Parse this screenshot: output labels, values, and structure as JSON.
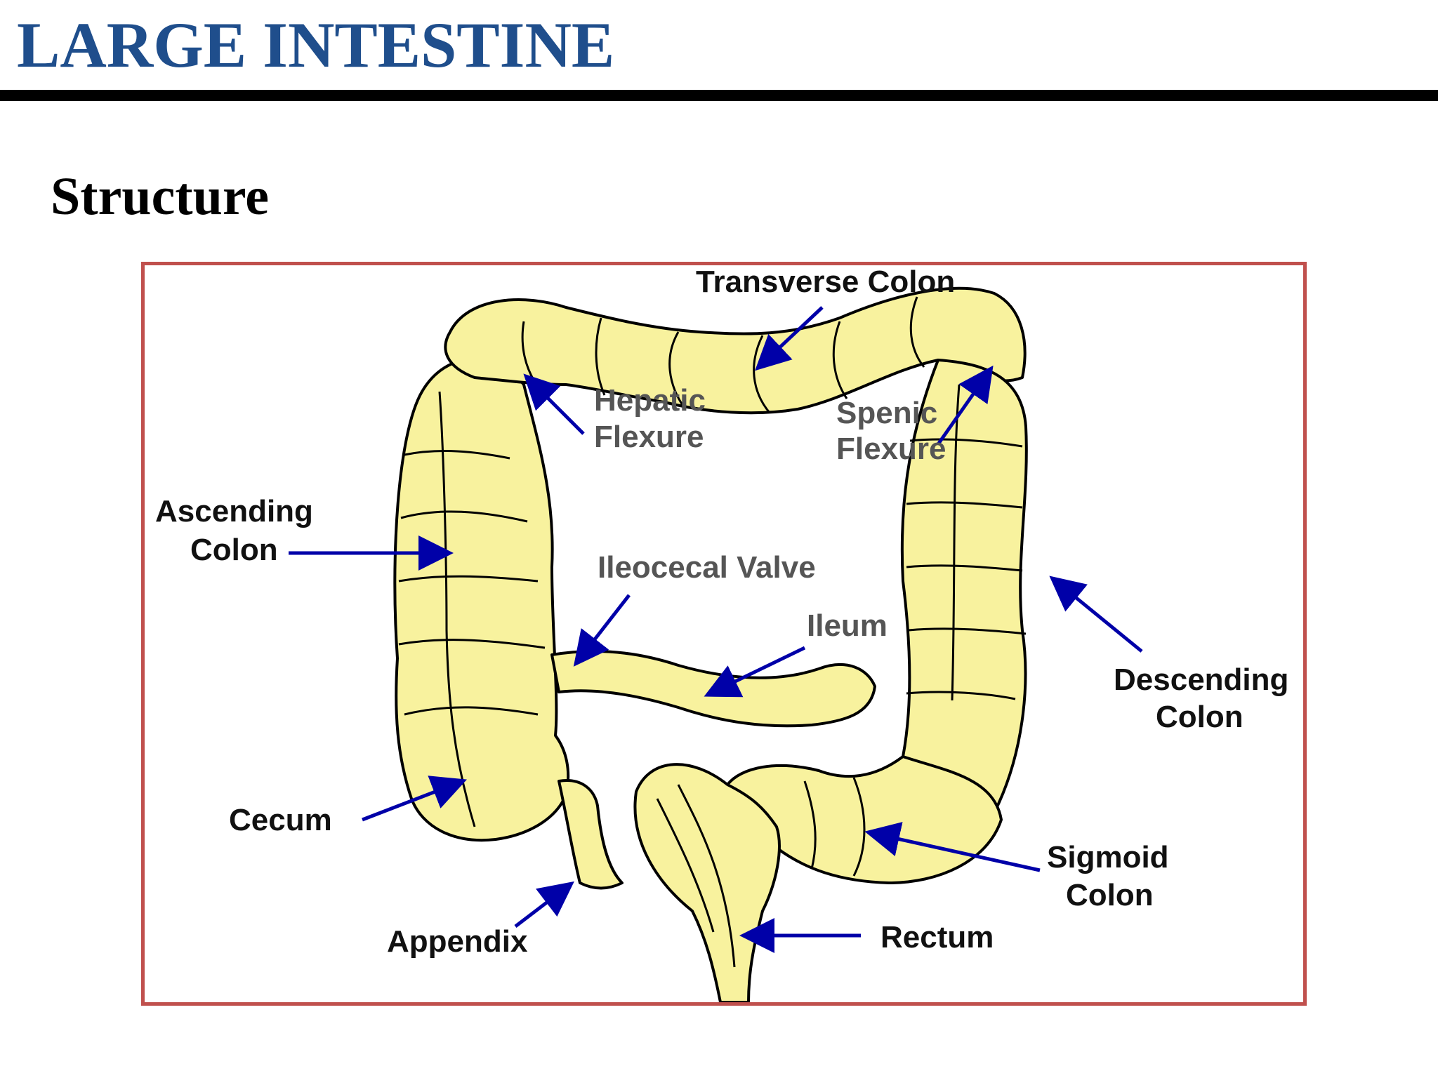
{
  "header": {
    "title": "LARGE INTESTINE"
  },
  "section": {
    "subtitle": "Structure"
  },
  "diagram": {
    "labels": {
      "transverse_colon": "Transverse Colon",
      "hepatic_flexure_1": "Hepatic",
      "hepatic_flexure_2": "Flexure",
      "splenic_flexure_1": "Spenic",
      "splenic_flexure_2": "Flexure",
      "ascending_colon_1": "Ascending",
      "ascending_colon_2": "Colon",
      "ileocecal_valve": "Ileocecal Valve",
      "ileum": "Ileum",
      "descending_colon_1": "Descending",
      "descending_colon_2": "Colon",
      "cecum": "Cecum",
      "sigmoid_colon_1": "Sigmoid",
      "sigmoid_colon_2": "Colon",
      "appendix": "Appendix",
      "rectum": "Rectum"
    },
    "colors": {
      "organ_fill": "#f8f29e",
      "outline": "#000000",
      "arrow": "#0000a8",
      "frame": "#c0504d",
      "title": "#1f4e8c"
    }
  }
}
